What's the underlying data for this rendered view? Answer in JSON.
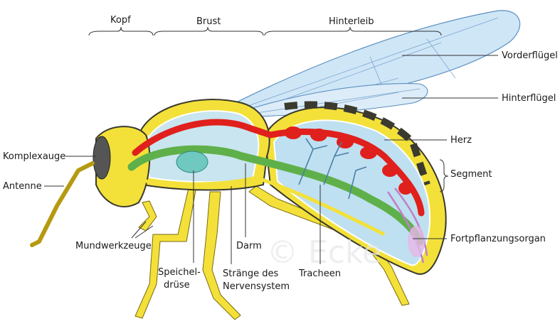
{
  "title": "Anatomie der Wespe",
  "watermark": "© Ecke",
  "regions": {
    "head": "Kopf",
    "thorax": "Brust",
    "abdomen": "Hinterleib"
  },
  "labels": {
    "forewing": "Vorderflügel",
    "hindwing": "Hinterflügel",
    "heart": "Herz",
    "segment": "Segment",
    "reproductive": "Fortpflanzungsorgan",
    "tracheae": "Tracheen",
    "nerve_line1": "Stränge des",
    "nerve_line2": "Nervensystem",
    "gut": "Darm",
    "salivary_line1": "Speichel-",
    "salivary_line2": "drüse",
    "mouthparts": "Mundwerkzeuge",
    "antenna": "Antenne",
    "compound_eye": "Komplexauge"
  },
  "colors": {
    "body": "#f3e13a",
    "dark": "#3a3a2e",
    "cavity": "#bfe0f0",
    "heart": "#e0201c",
    "gut": "#5fb04a",
    "wing": "#cfe6f7",
    "trachea": "#4a7fa8",
    "repro": "#c080c8"
  }
}
